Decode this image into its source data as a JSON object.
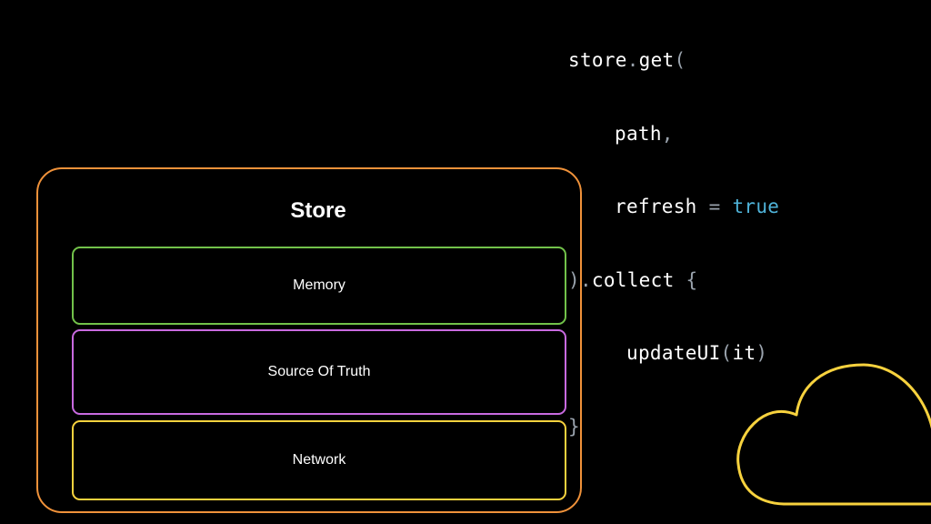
{
  "code": {
    "line1": {
      "a": "store",
      "b": ".",
      "c": "get",
      "d": "("
    },
    "line2": {
      "a": "path",
      "b": ","
    },
    "line3": {
      "a": "refresh",
      "b": "=",
      "c": "true"
    },
    "line4": {
      "a": ")",
      "b": ".",
      "c": "collect",
      "d": "{"
    },
    "line5": {
      "a": "updateUI",
      "b": "(",
      "c": "it",
      "d": ")"
    },
    "line6": {
      "a": "}"
    }
  },
  "store": {
    "title": "Store",
    "border_color": "#f0923a",
    "layers": [
      {
        "label": "Memory",
        "color": "#72c24a"
      },
      {
        "label": "Source Of Truth",
        "color": "#c86ae0"
      },
      {
        "label": "Network",
        "color": "#f7d23e"
      }
    ]
  },
  "cloud": {
    "icon": "cloud-icon",
    "color": "#f7d23e"
  }
}
